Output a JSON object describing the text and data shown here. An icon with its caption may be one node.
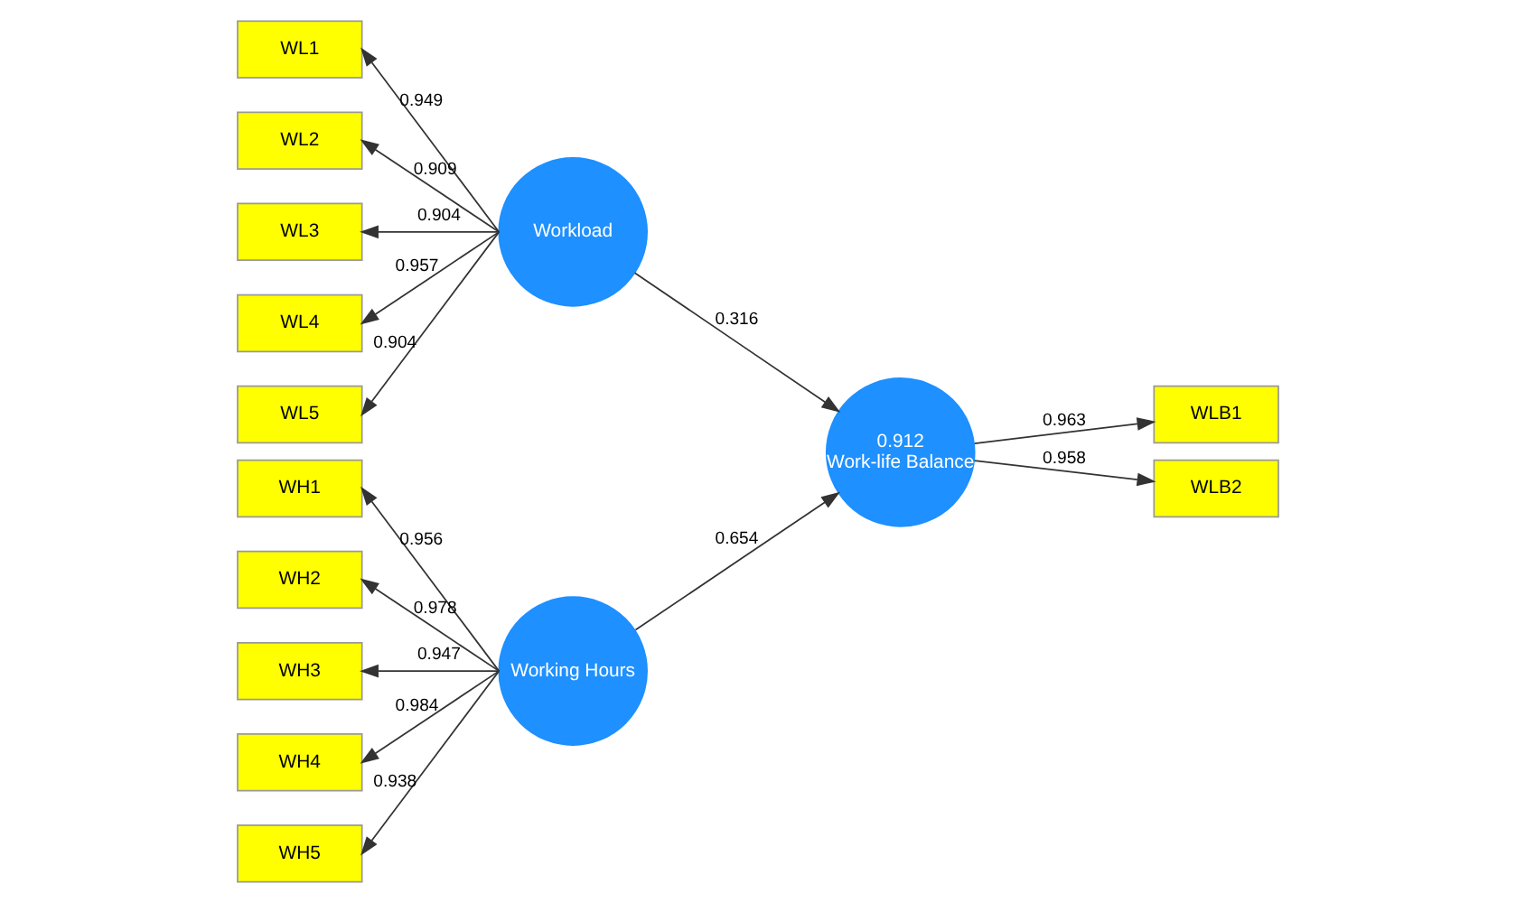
{
  "diagram": {
    "nodes": [
      {
        "text": [
          "WL1"
        ]
      },
      {
        "text": [
          "WL2"
        ]
      },
      {
        "text": [
          "WL3"
        ]
      },
      {
        "text": [
          "WL4"
        ]
      },
      {
        "text": [
          "WL5"
        ]
      },
      {
        "text": [
          "Workload"
        ]
      },
      {
        "text": [
          "WH1"
        ]
      },
      {
        "text": [
          "WH2"
        ]
      },
      {
        "text": [
          "WH3"
        ]
      },
      {
        "text": [
          "WH4"
        ]
      },
      {
        "text": [
          "WH5"
        ]
      },
      {
        "text": [
          "Working Hours"
        ]
      },
      {
        "text": [
          "0.912",
          "Work-life Balance"
        ]
      },
      {
        "text": [
          "WLB1"
        ]
      },
      {
        "text": [
          "WLB2"
        ]
      }
    ],
    "edges": [
      {
        "from": 5,
        "to": 0,
        "arrow": "to",
        "label": "0.949"
      },
      {
        "from": 5,
        "to": 1,
        "arrow": "to",
        "label": "0.909"
      },
      {
        "from": 5,
        "to": 2,
        "arrow": "to",
        "label": "0.904"
      },
      {
        "from": 5,
        "to": 3,
        "arrow": "to",
        "label": "0.957"
      },
      {
        "from": 5,
        "to": 4,
        "arrow": "to",
        "label": "0.904"
      },
      {
        "from": 5,
        "to": 12,
        "arrow": "to",
        "label": "0.316"
      },
      {
        "from": 11,
        "to": 6,
        "arrow": "to",
        "label": "0.956"
      },
      {
        "from": 11,
        "to": 7,
        "arrow": "to",
        "label": "0.978"
      },
      {
        "from": 11,
        "to": 8,
        "arrow": "to",
        "label": "0.947"
      },
      {
        "from": 11,
        "to": 9,
        "arrow": "to",
        "label": "0.984"
      },
      {
        "from": 11,
        "to": 10,
        "arrow": "to",
        "label": "0.938"
      },
      {
        "from": 11,
        "to": 12,
        "arrow": "to",
        "label": "0.654"
      },
      {
        "from": 12,
        "to": 13,
        "arrow": "to",
        "label": "0.963"
      },
      {
        "from": 12,
        "to": 14,
        "arrow": "to",
        "label": "0.958"
      }
    ]
  }
}
